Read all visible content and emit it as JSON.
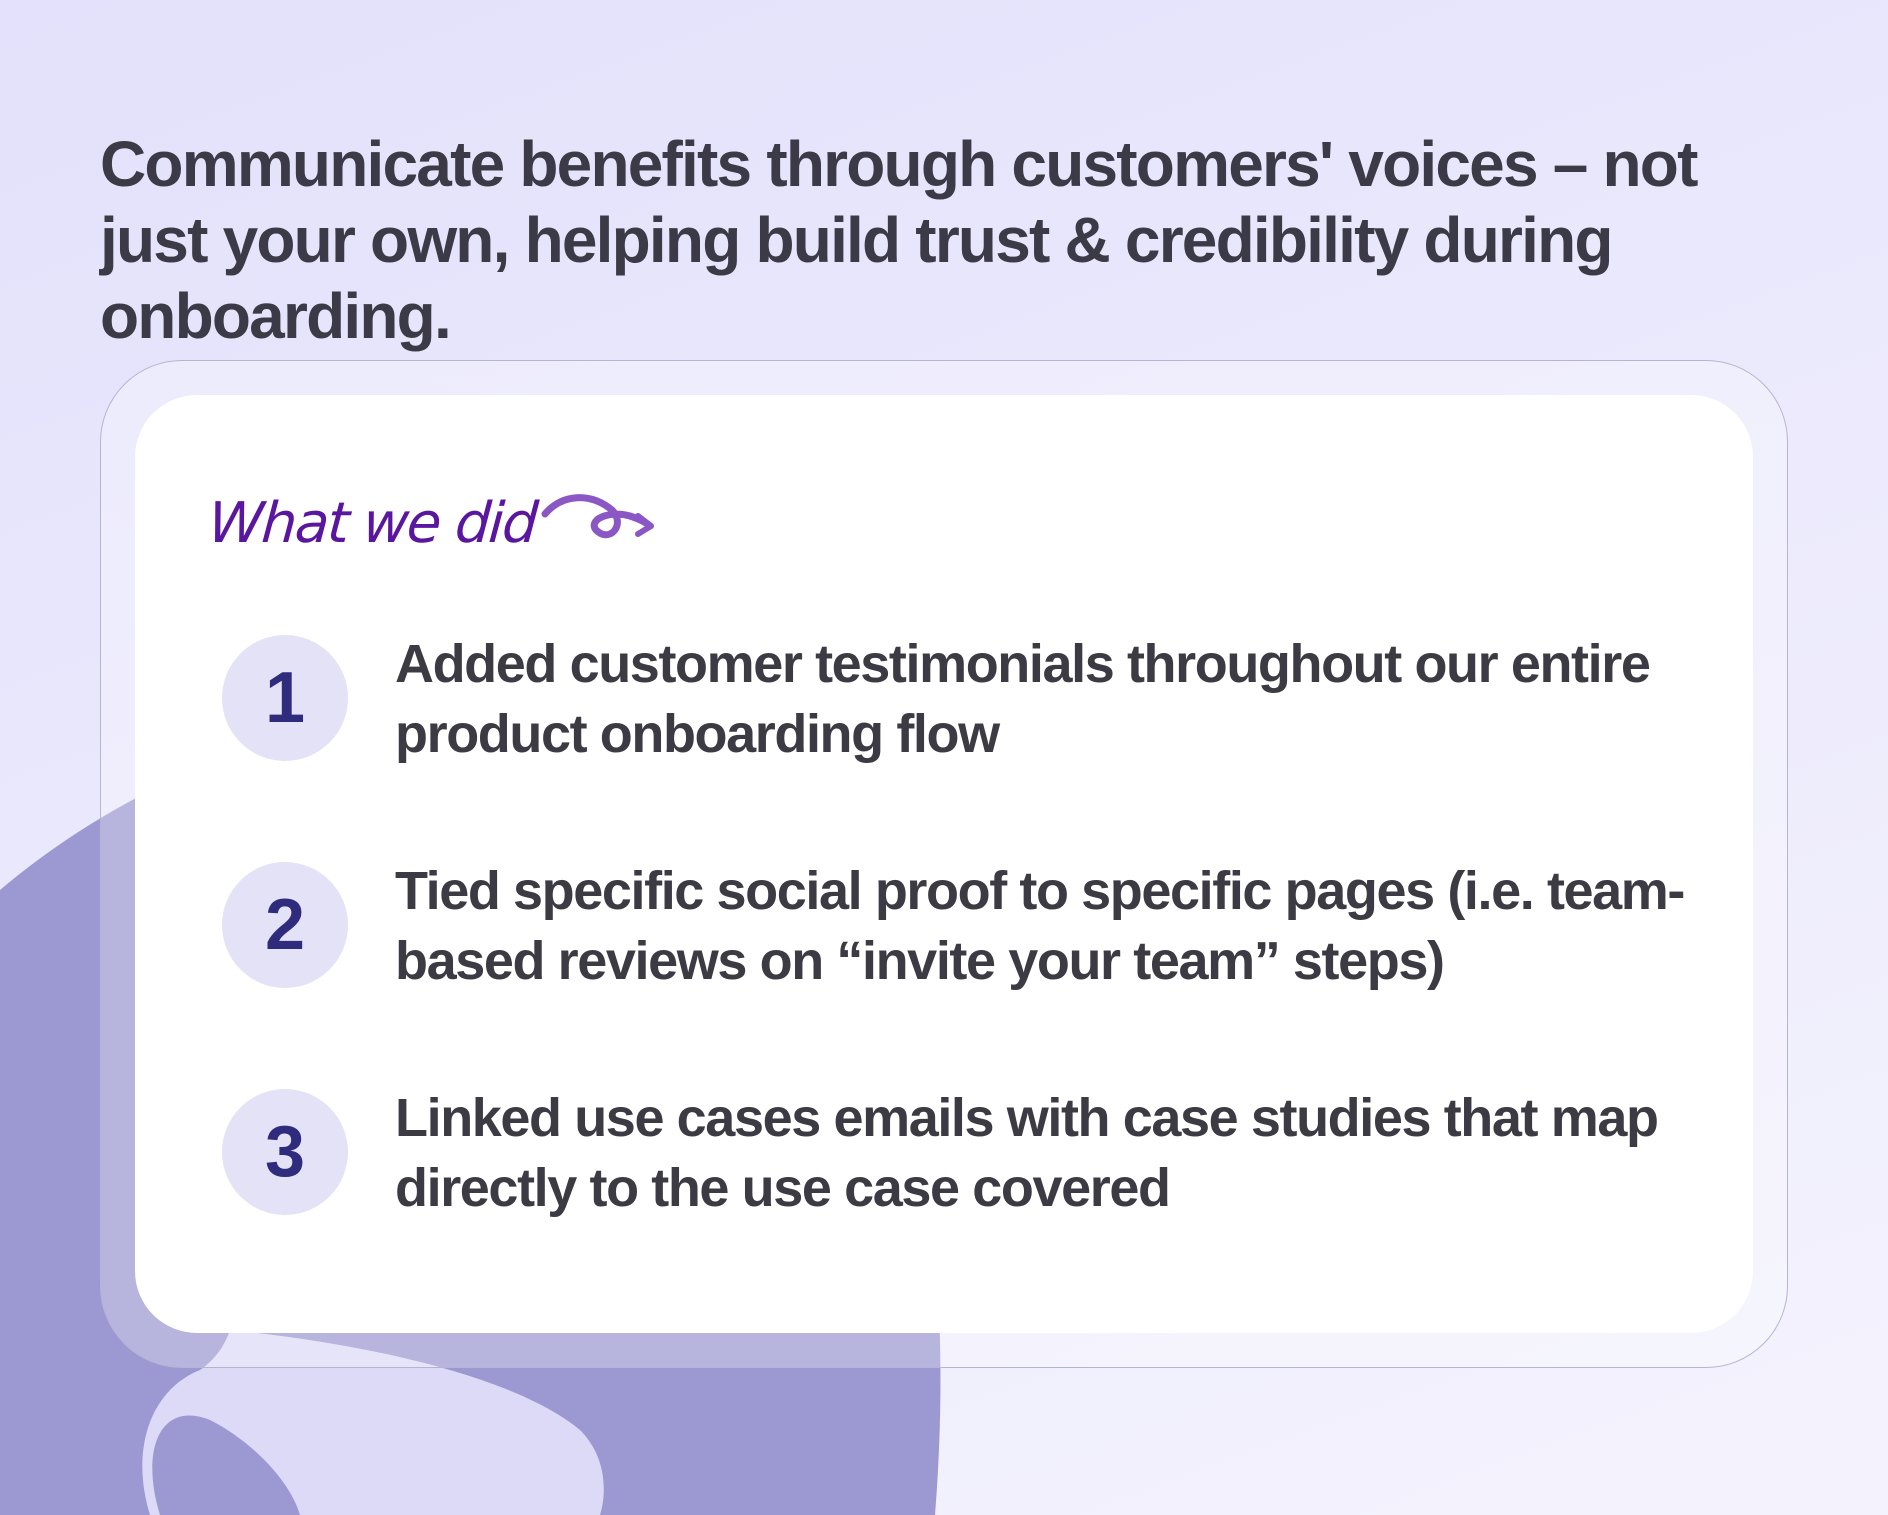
{
  "headline": "Communicate benefits through customers' voices – not just your own, helping build trust & credibility during onboarding.",
  "card": {
    "script_label": "What we did",
    "steps": [
      {
        "number": "1",
        "text": "Added customer testimonials throughout our entire product onboarding flow"
      },
      {
        "number": "2",
        "text": "Tied specific social proof to specific pages (i.e. team-based reviews on “invite your team” steps)"
      },
      {
        "number": "3",
        "text": "Linked use cases emails with case studies that map directly to the use case covered"
      }
    ]
  },
  "colors": {
    "background": "#e6e4fb",
    "blob": "#9c99d2",
    "headline_text": "#3b3a46",
    "script_purple": "#5a169f",
    "arrow_purple": "#8b57c4",
    "number_circle": "#e4e2f6",
    "number_text": "#2f2c7d"
  }
}
